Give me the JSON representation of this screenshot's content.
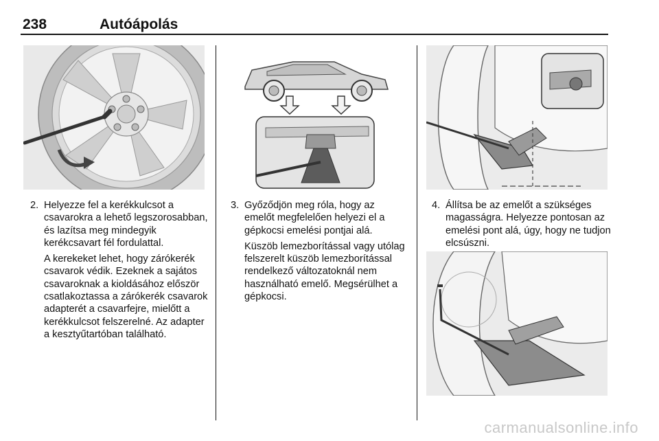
{
  "header": {
    "page_number": "238",
    "section_title": "Autóápolás"
  },
  "columns": [
    {
      "step_number": "2.",
      "step_text": "Helyezze fel a kerékkulcsot a csavarokra a lehető legszorosabban, és lazítsa meg mindegyik kerékcsavart fél fordulattal.",
      "note": "A kerekeket lehet, hogy zárókerék csavarok védik. Ezeknek a sajátos csavaroknak a kioldásához először csatlakoztassa a zárókerék csavarok adapterét a csavarfejre, mielőtt a kerékkulcsot felszerelné. Az adapter a kesztyűtartóban található."
    },
    {
      "step_number": "3.",
      "step_text": "Győződjön meg róla, hogy az emelőt megfelelően helyezi el a gépkocsi emelési pontjai alá.",
      "note": "Küszöb lemezborítással vagy utólag felszerelt küszöb lemezborítással rendelkező változatoknál nem használható emelő. Megsérülhet a gépkocsi."
    },
    {
      "step_number": "4.",
      "step_text": "Állítsa be az emelőt a szükséges magasságra. Helyezze pontosan az emelési pont alá, úgy, hogy ne tudjon elcsúszni."
    }
  ],
  "figures": [
    "wheel-wrench-illustration",
    "lifting-points-illustration",
    "jack-positioning-illustration",
    "jack-cranking-illustration"
  ],
  "watermark": "carmanualsonline.info"
}
